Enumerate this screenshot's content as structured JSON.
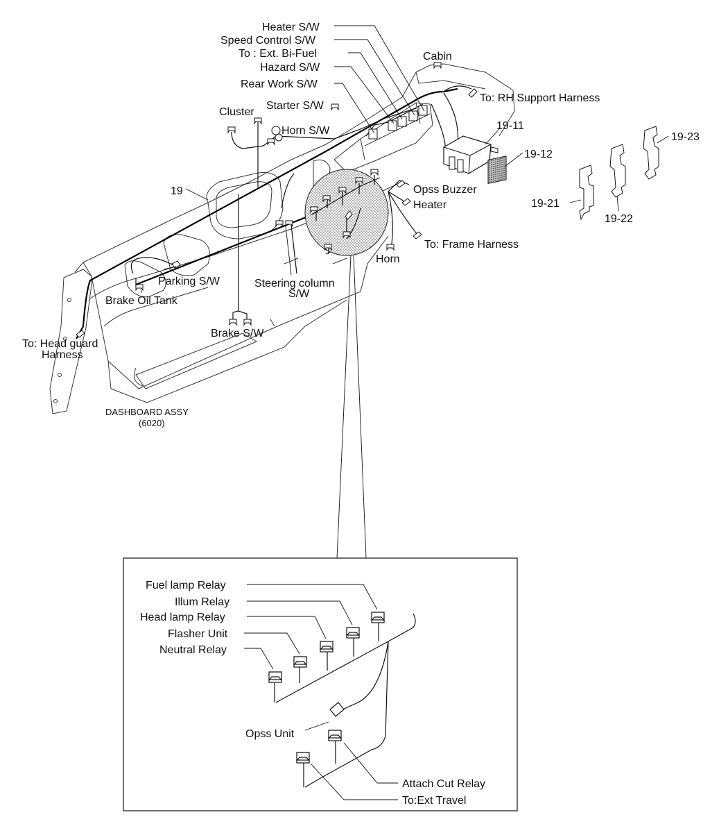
{
  "labels": {
    "heater_sw": "Heater S/W",
    "speed_control_sw": "Speed Control S/W",
    "ext_bi_fuel": "To : Ext. Bi-Fuel",
    "hazard_sw": "Hazard S/W",
    "rear_work_sw": "Rear Work S/W",
    "starter_sw": "Starter S/W",
    "cluster": "Cluster",
    "horn_sw": "Horn S/W",
    "cabin": "Cabin",
    "rh_support": "To: RH Support Harness",
    "p19_11": "19-11",
    "p19_12": "19-12",
    "p19_21": "19-21",
    "p19_22": "19-22",
    "p19_23": "19-23",
    "p19": "19",
    "opss_buzzer": "Opss Buzzer",
    "heater": "Heater",
    "frame_harness": "To: Frame Harness",
    "horn": "Horn",
    "parking_sw": "Parking S/W",
    "brake_oil_tank": "Brake Oil Tank",
    "steering_line1": "Steering column",
    "steering_line2": "S/W",
    "brake_sw": "Brake S/W",
    "head_guard_line1": "To: Head guard",
    "head_guard_line2": "Harness",
    "dashboard_line1": "DASHBOARD ASSY",
    "dashboard_line2": "(6020)"
  },
  "detail": {
    "fuel_lamp_relay": "Fuel lamp Relay",
    "illum_relay": "Illum Relay",
    "head_lamp_relay": "Head lamp Relay",
    "flasher_unit": "Flasher Unit",
    "neutral_relay": "Neutral Relay",
    "opss_unit": "Opss Unit",
    "attach_cut_relay": "Attach Cut Relay",
    "to_ext_travel": "To:Ext Travel"
  }
}
